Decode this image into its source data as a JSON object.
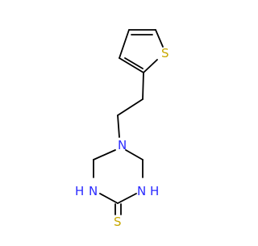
{
  "molecule": {
    "atoms": {
      "sulfur_ring": "S",
      "nitrogen_ring": "N",
      "nh_left_h": "H",
      "nh_left_n": "N",
      "nh_right_n": "N",
      "nh_right_h": "H",
      "sulfur_thione": "S"
    },
    "colors": {
      "bond": "#000000",
      "sulfur": "#c8a800",
      "nitrogen": "#2a2aff",
      "background": "#ffffff"
    }
  }
}
